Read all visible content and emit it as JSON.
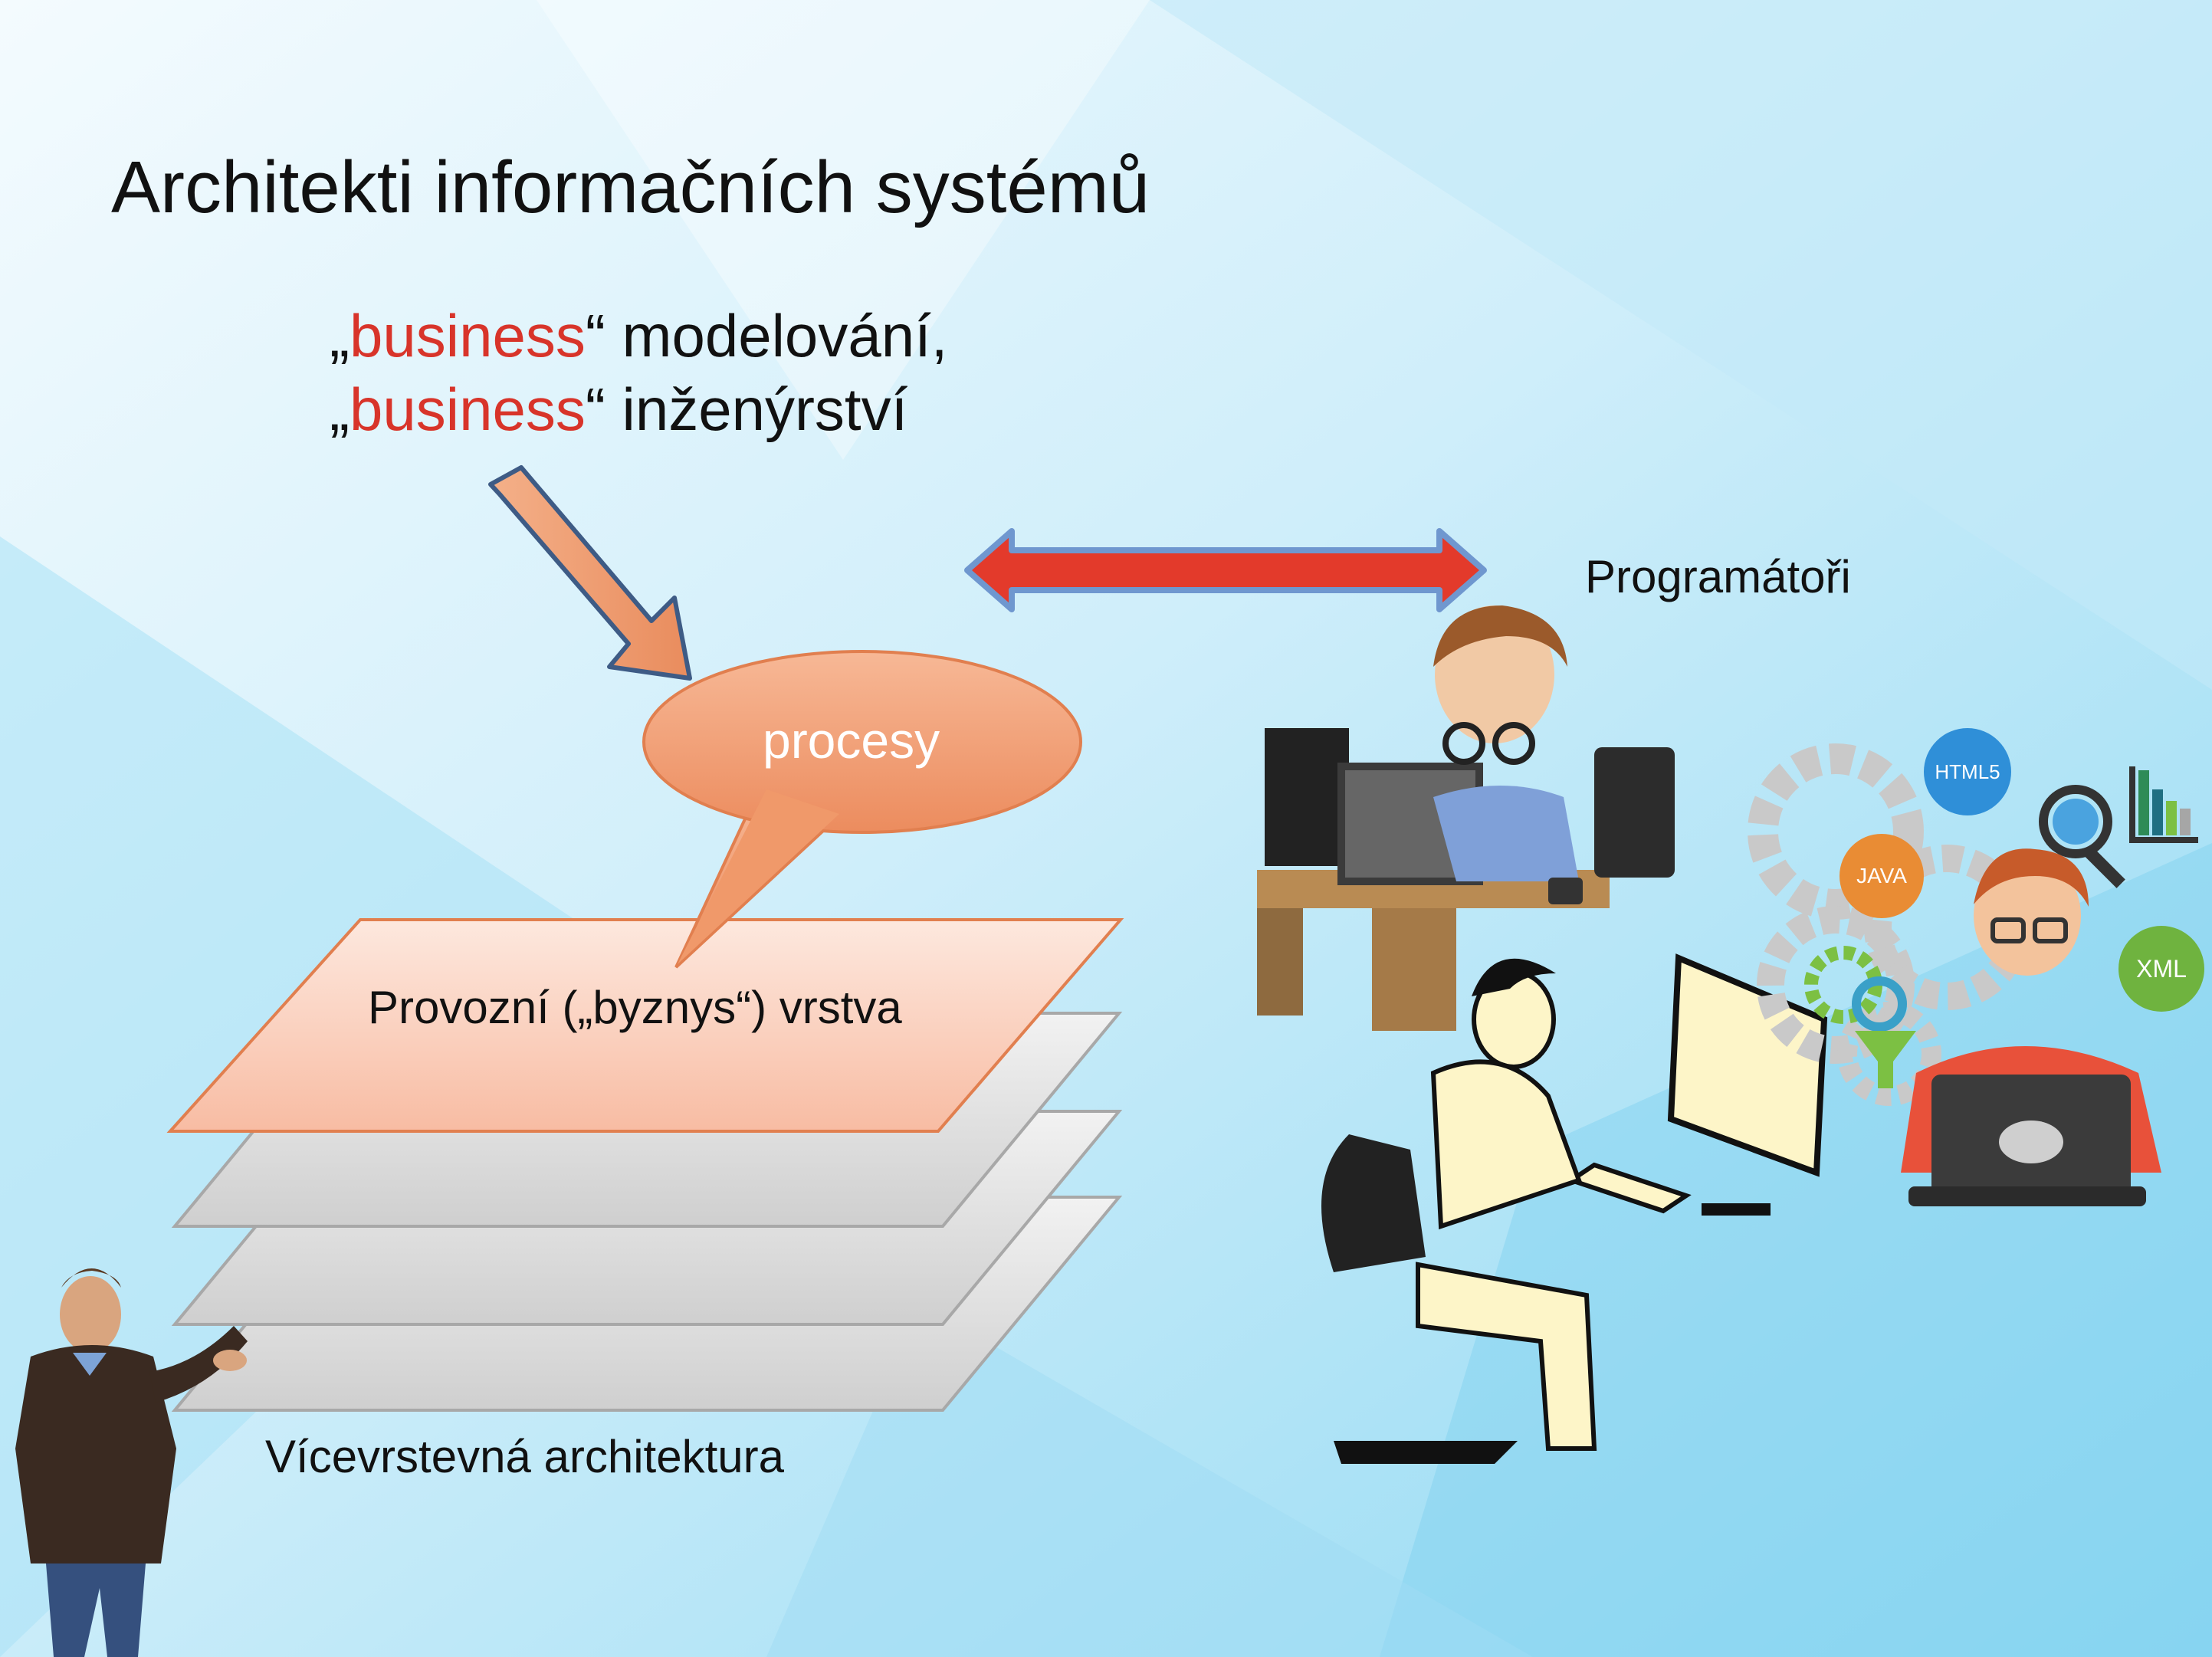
{
  "slide": {
    "title": "Architekti informačních systémů",
    "subtitle_lines": [
      {
        "open_quote": "„",
        "highlight": "business",
        "rest": "“ modelování,"
      },
      {
        "open_quote": "„",
        "highlight": "business",
        "rest": "“ inženýrství"
      }
    ]
  },
  "diagram": {
    "bubble_label": "procesy",
    "top_layer_label": "Provozní („byznys“) vrstva",
    "stack_label": "Vícevrstevná architektura",
    "programmers_label": "Programátoři",
    "layer_count": 4
  },
  "icons": {
    "badges": [
      "HTML5",
      "JAVA",
      "XML"
    ]
  },
  "colors": {
    "highlight_red": "#d8342a",
    "bubble_orange": "#f3a07a",
    "top_layer_pink": "#fbd3c2",
    "gray_layer": "#dcdcdc",
    "double_arrow_red": "#e33a2b",
    "double_arrow_border": "#6f97cf"
  }
}
